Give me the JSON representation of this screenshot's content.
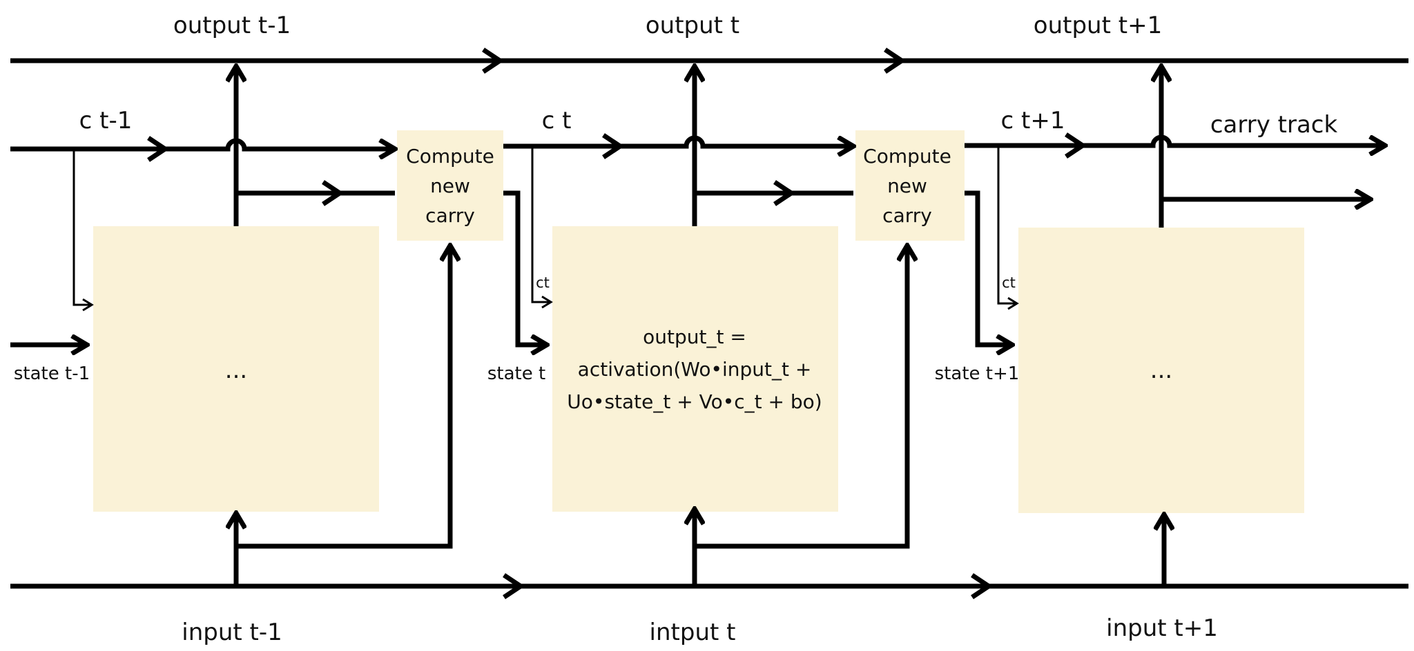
{
  "diagram": {
    "outputs": [
      "output t-1",
      "output t",
      "output t+1"
    ],
    "inputs": [
      "input t-1",
      "intput t",
      "input t+1"
    ],
    "carries": [
      "c t-1",
      "c t",
      "c t+1"
    ],
    "carry_track": "carry track",
    "states": [
      "state t-1",
      "state t",
      "state t+1"
    ],
    "ct_small": "ct",
    "compute_box": {
      "lines": [
        "Compute",
        "new",
        "carry"
      ]
    },
    "cell_left": {
      "text": "..."
    },
    "cell_mid": {
      "lines": [
        "output_t =",
        "activation(Wo•input_t +",
        "Uo•state_t + Vo•c_t + bo)"
      ]
    },
    "cell_right": {
      "text": "..."
    },
    "colors": {
      "box_fill": "#faf2d7",
      "line": "#000000"
    }
  }
}
